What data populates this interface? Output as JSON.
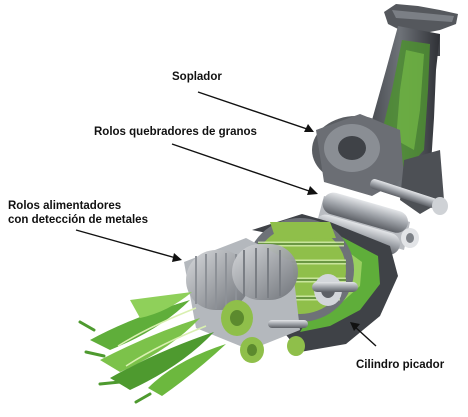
{
  "labels": {
    "soplador": "Soplador",
    "rolos_quebradores": "Rolos quebradores de granos",
    "rolos_alimentadores_line1": "Rolos alimentadores",
    "rolos_alimentadores_line2": "con detección de metales",
    "cilindro_picador": "Cilindro picador"
  },
  "colors": {
    "machine_dark": "#4a4d52",
    "machine_mid": "#8a8e94",
    "machine_light": "#c9ccd0",
    "crop_green": "#5fae3a",
    "crop_light": "#a8d86a",
    "roller_green": "#8fbf4a"
  }
}
